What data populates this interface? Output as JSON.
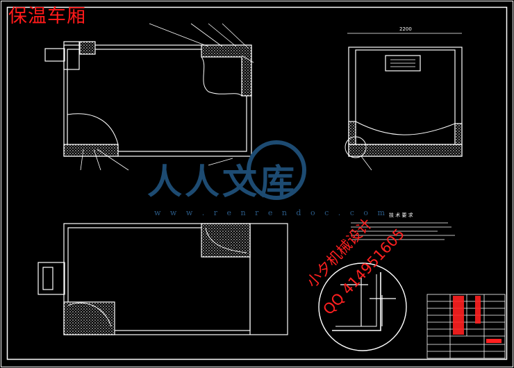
{
  "drawing": {
    "title": "保温车厢",
    "watermark_name": "人人文库",
    "watermark_url": "w w w . r e n r e n d o c . c o m",
    "stamp_line1": "小夕机械设计",
    "stamp_line2": "QQ 414951605",
    "side_view_dim": "2200",
    "tech_req_heading": "技 术 要 求"
  },
  "colors": {
    "background": "#000000",
    "lines": "#ffffff",
    "title": "#ff1a1a",
    "watermark": "#1d4b72",
    "stamp": "#ff2020"
  }
}
